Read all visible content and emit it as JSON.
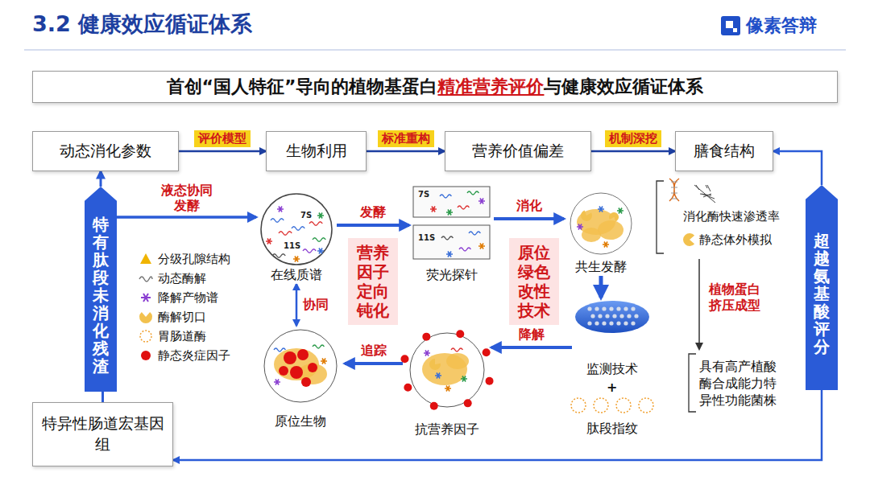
{
  "diagram": {
    "title": "3.2 健康效应循证体系",
    "nodes": [
      {
        "text": [
          "首创“国人特征”导向的植物基蛋白",
          "精准营养评价",
          "与健康效应循证体系"
        ]
      },
      {
        "text": [
          "动态消化参数"
        ]
      },
      {
        "text": [
          "生物利用"
        ]
      },
      {
        "text": [
          "营养价值偏差"
        ]
      },
      {
        "text": [
          "膳食结构"
        ]
      },
      {
        "text": [
          "特有肽段未消化残渣"
        ]
      },
      {
        "text": [
          "在线质谱"
        ]
      },
      {
        "text": [
          "荧光探针"
        ]
      },
      {
        "text": [
          "共生发酵"
        ]
      },
      {
        "text": [
          "营养因子定向钝化"
        ]
      },
      {
        "text": [
          "原位绿色改性技术"
        ]
      },
      {
        "text": [
          "原位生物"
        ]
      },
      {
        "text": [
          "抗营养因子"
        ]
      },
      {
        "text": [
          "监测技术"
        ]
      },
      {
        "text": [
          "肽段指纹"
        ]
      },
      {
        "text": [
          "超越氨基酸评分"
        ]
      },
      {
        "text": [
          "特异性肠道宏基因组"
        ]
      }
    ],
    "edges": [
      {
        "from": 1,
        "to": 2,
        "label": "评价模型",
        "arrow": "to"
      },
      {
        "from": 2,
        "to": 3,
        "label": "标准重构",
        "arrow": "to"
      },
      {
        "from": 3,
        "to": 4,
        "label": "机制深挖",
        "arrow": "to"
      },
      {
        "from": 15,
        "to": 4,
        "arrow": "to"
      },
      {
        "from": 15,
        "to": 16,
        "arrow": "to"
      },
      {
        "from": 5,
        "to": 1,
        "arrow": "to"
      },
      {
        "from": 16,
        "to": 5,
        "arrow": "none"
      },
      {
        "from": 5,
        "to": 6,
        "label": "液态协同发酵",
        "arrow": "to"
      },
      {
        "from": 6,
        "to": 7,
        "label": "发酵",
        "arrow": "to"
      },
      {
        "from": 7,
        "to": 8,
        "label": "消化",
        "arrow": "to"
      },
      {
        "from": 8,
        "to": 13,
        "arrow": "to"
      },
      {
        "from": 13,
        "to": 12,
        "label": "降解",
        "arrow": "to"
      },
      {
        "from": 12,
        "to": 11,
        "label": "追踪",
        "arrow": "to"
      },
      {
        "from": 11,
        "to": 6,
        "label": "协同",
        "arrow": "both"
      }
    ],
    "labels": [
      "像素答辩",
      "7S",
      "11S",
      "7S",
      "11S",
      "消化酶快速渗透率",
      "静态体外模拟",
      "植物蛋白挤压成型",
      "具有高产植酸酶合成能力特异性功能菌株",
      "+"
    ],
    "legend": [
      {
        "text": "分级孔隙结构",
        "color": "#f0b400"
      },
      {
        "text": "动态酶解"
      },
      {
        "text": "降解产物谱",
        "color": "#8a3fd1"
      },
      {
        "text": "酶解切口",
        "color": "#f2c14e"
      },
      {
        "text": "胃肠道酶"
      },
      {
        "text": "静态炎症因子",
        "color": "#e01010"
      }
    ]
  }
}
